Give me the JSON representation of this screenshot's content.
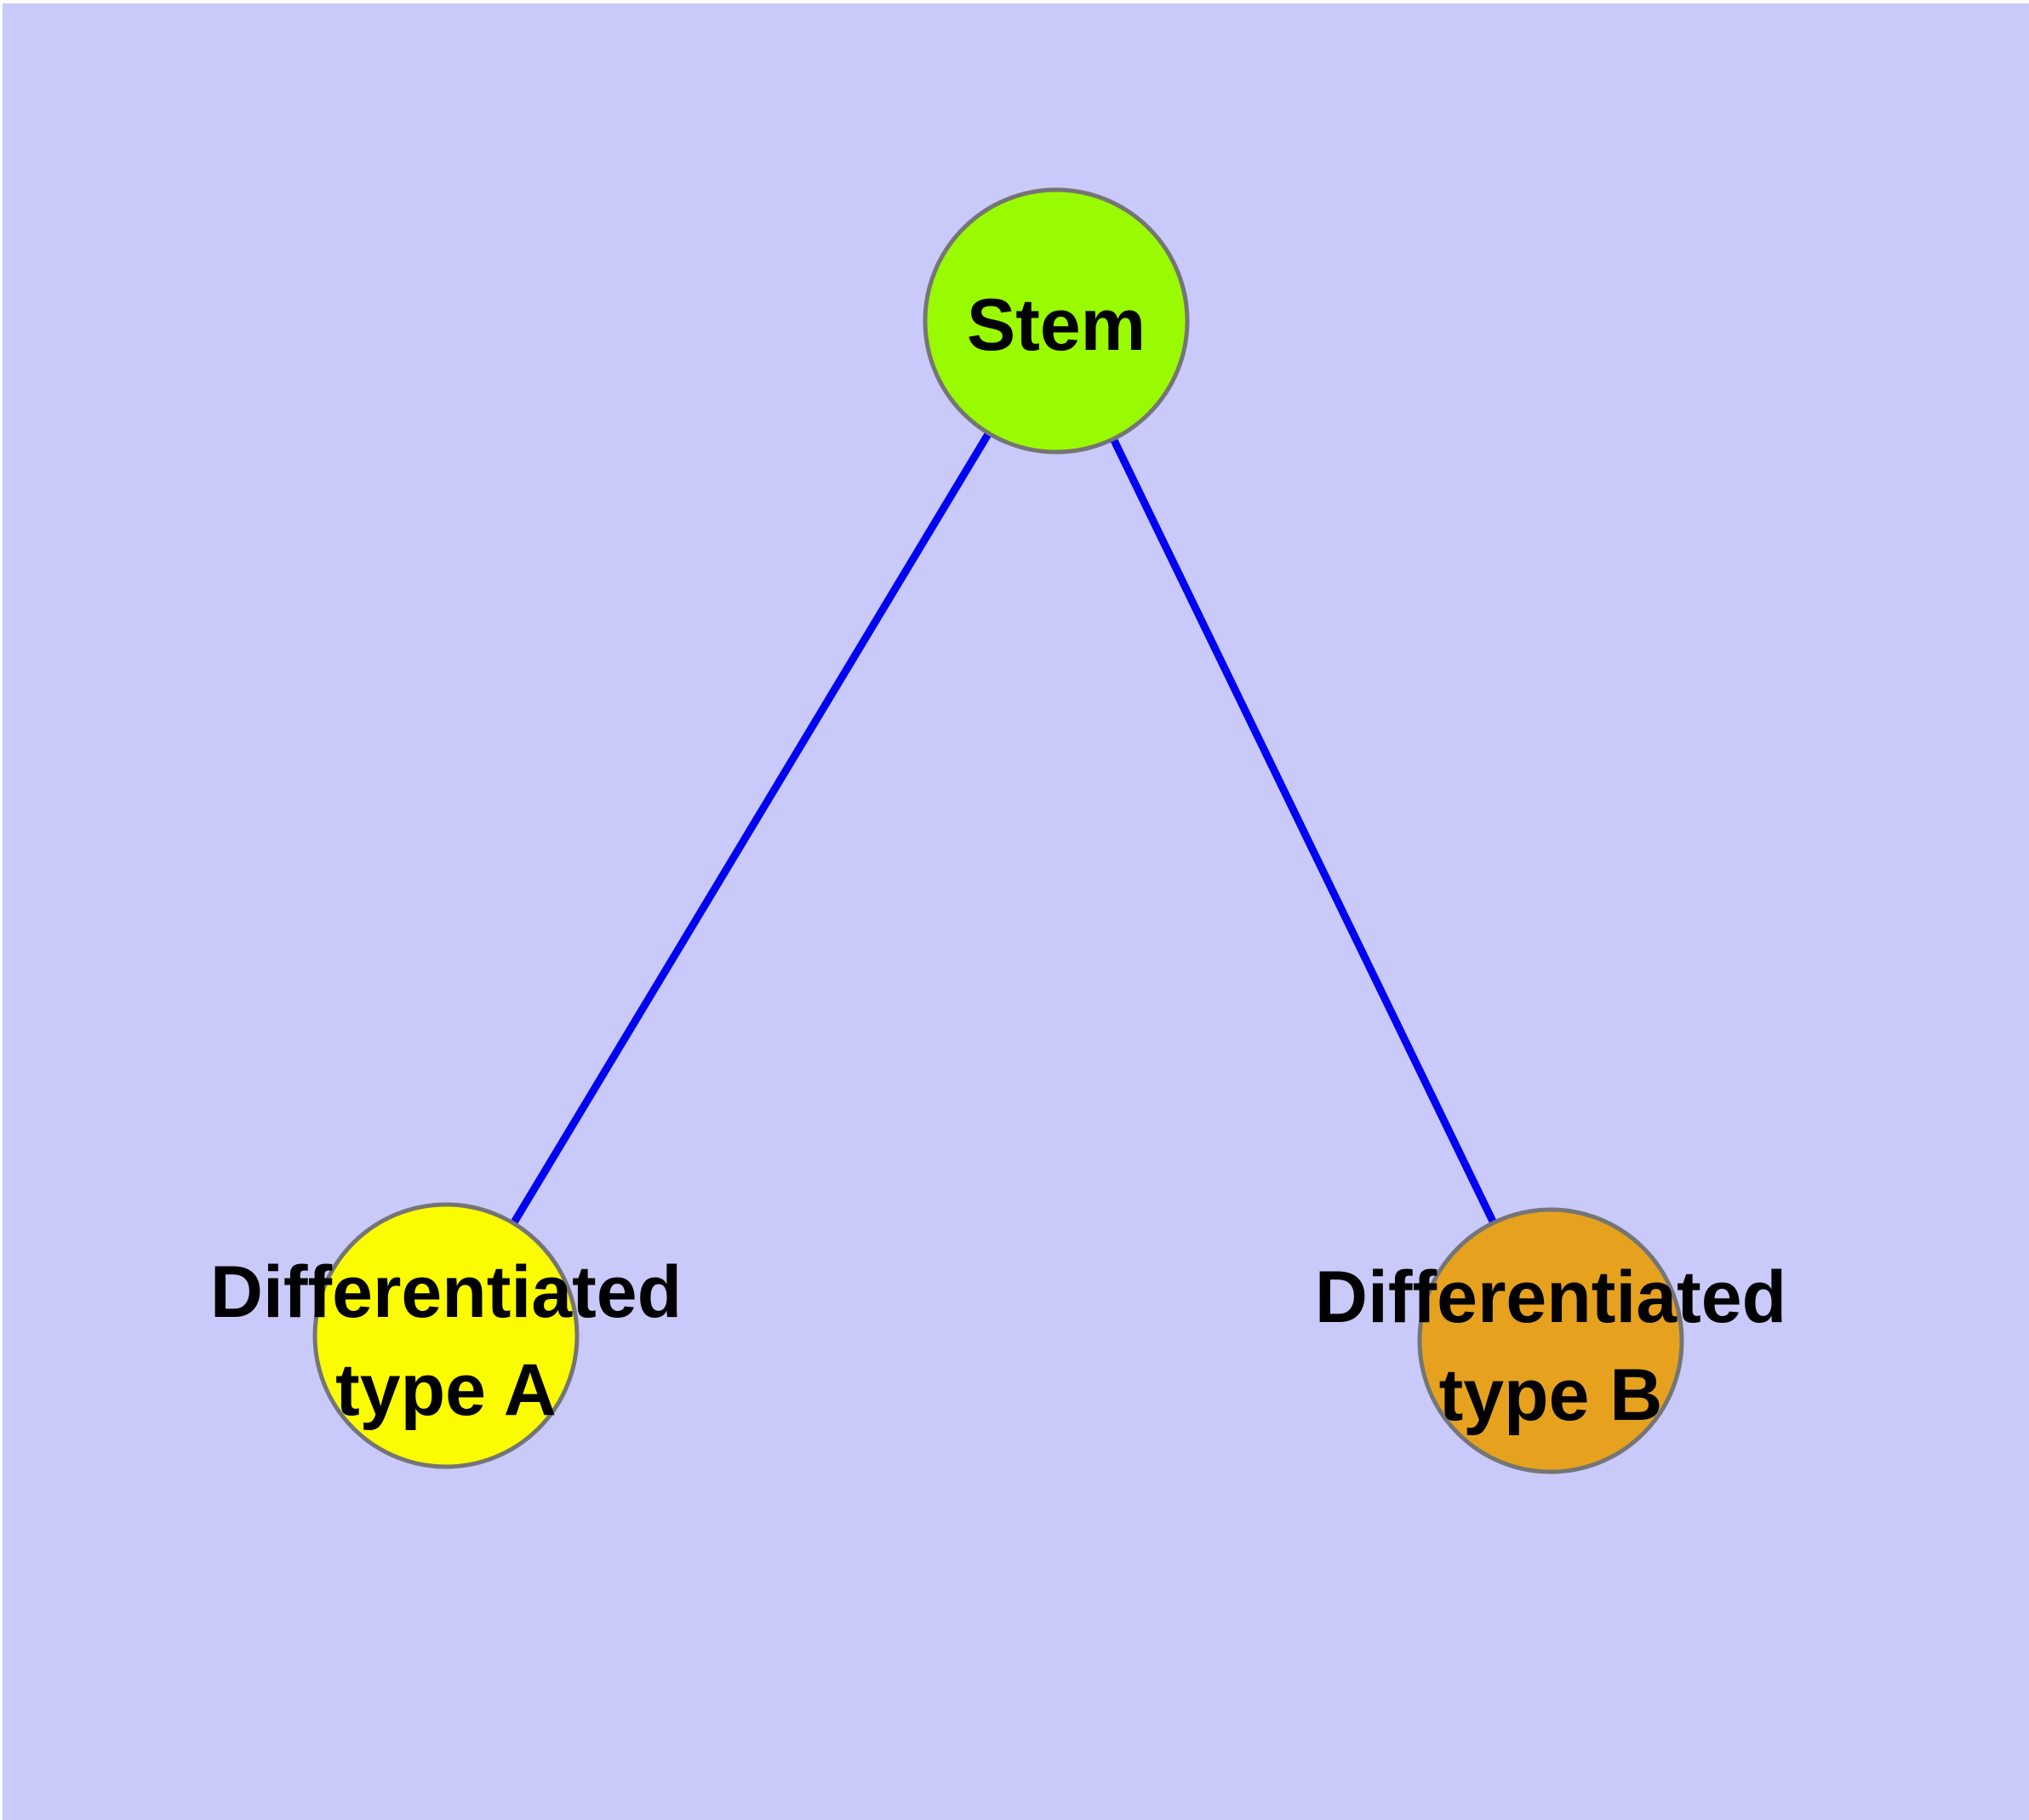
{
  "diagram": {
    "background_color": "#c9c9fa",
    "margin_color": "#ffffff",
    "edge_color": "#0101f2",
    "node_border_color": "#757575",
    "label_color": "#000000",
    "nodes": [
      {
        "id": "stem",
        "label": "Stem",
        "label_lines": [
          "Stem"
        ],
        "fill": "#9afa00"
      },
      {
        "id": "differentiated-type-a",
        "label": "Differentiated type A",
        "label_lines": [
          "Differentiated",
          "type A"
        ],
        "fill": "#fcfc00"
      },
      {
        "id": "differentiated-type-b",
        "label": "Differentiated type B",
        "label_lines": [
          "Differentiated",
          "type B"
        ],
        "fill": "#e6a21e"
      }
    ],
    "edges": [
      {
        "from": "Stem",
        "to": "Differentiated type A"
      },
      {
        "from": "Stem",
        "to": "Differentiated type B"
      }
    ]
  }
}
